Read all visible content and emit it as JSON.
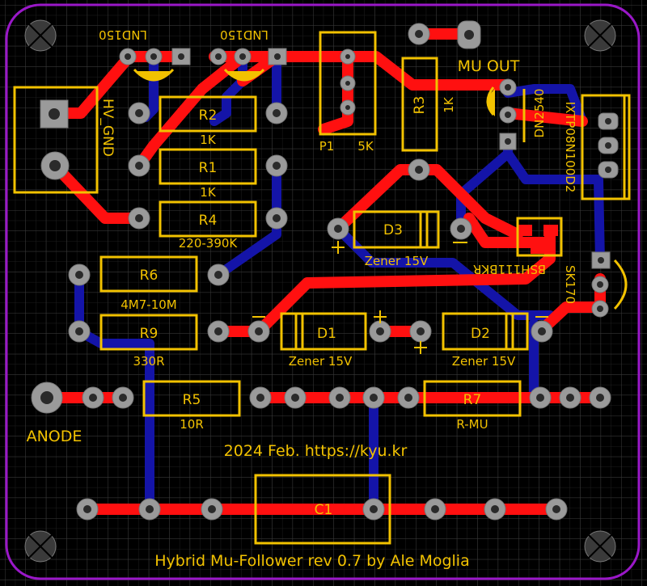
{
  "colors": {
    "background": "#000000",
    "grid": "#3a3a3a",
    "outline": "#9a18c8",
    "top_copper": "#ff1010",
    "bottom_copper": "#1414a8",
    "silkscreen": "#f2c200",
    "pad": "#9a9a9a",
    "hole": "#2a2a2a"
  },
  "labels": {
    "ldn150_left": "LND150",
    "ldn150_right": "LND150",
    "hv_gnd": "HV_GND",
    "p1_name": "P1",
    "p1_value": "5K",
    "r3_name": "R3",
    "r3_value": "1K",
    "mu_out": "MU OUT",
    "dn2540": "DN2540",
    "ixtp": "IXTP08N100D2",
    "r2_name": "R2",
    "r2_value": "1K",
    "r1_name": "R1",
    "r1_value": "1K",
    "r4_name": "R4",
    "r4_value": "220-390K",
    "d3_name": "D3",
    "d3_value": "Zener 15V",
    "bsh": "BSH111BKR",
    "sk170": "SK170",
    "r6_name": "R6",
    "r6_value": "4M7-10M",
    "r9_name": "R9",
    "r9_value": "330R",
    "d1_name": "D1",
    "d1_value": "Zener 15V",
    "d2_name": "D2",
    "d2_value": "Zener 15V",
    "r5_name": "R5",
    "r5_value": "10R",
    "r7_name": "R7",
    "r7_value": "R-MU",
    "anode": "ANODE",
    "date_url": "2024 Feb. https://kyu.kr",
    "c1_name": "C1",
    "title": "Hybrid Mu-Follower rev 0.7 by Ale Moglia"
  }
}
